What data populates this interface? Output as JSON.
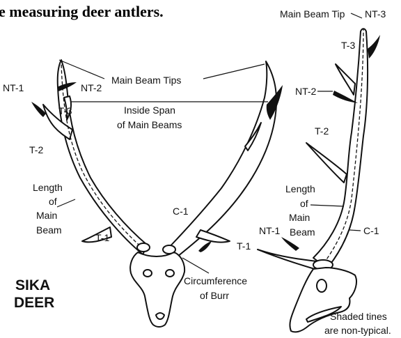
{
  "title": "e measuring deer antlers.",
  "species": [
    "SIKA",
    "DEER"
  ],
  "left_diagram": {
    "labels": {
      "nt1": "NT-1",
      "nt2": "NT-2",
      "t3": "T-3",
      "t2": "T-2",
      "t1": "T-1",
      "c1": "C-1",
      "main_beam_tips": "Main Beam Tips",
      "inside_span": [
        "Inside Span",
        "of Main Beams"
      ],
      "length_main_beam": [
        "Length",
        "of",
        "Main",
        "Beam"
      ],
      "circumference_burr": [
        "Circumference",
        "of Burr"
      ]
    }
  },
  "right_diagram": {
    "labels": {
      "main_beam_tip": "Main Beam Tip",
      "nt3": "NT-3",
      "t3": "T-3",
      "nt2": "NT-2",
      "t2": "T-2",
      "length_main_beam": [
        "Length",
        "of",
        "Main",
        "Beam"
      ],
      "nt1": "NT-1",
      "t1": "T-1",
      "c1": "C-1"
    }
  },
  "note": [
    "Shaded tines",
    "are non-typical."
  ]
}
